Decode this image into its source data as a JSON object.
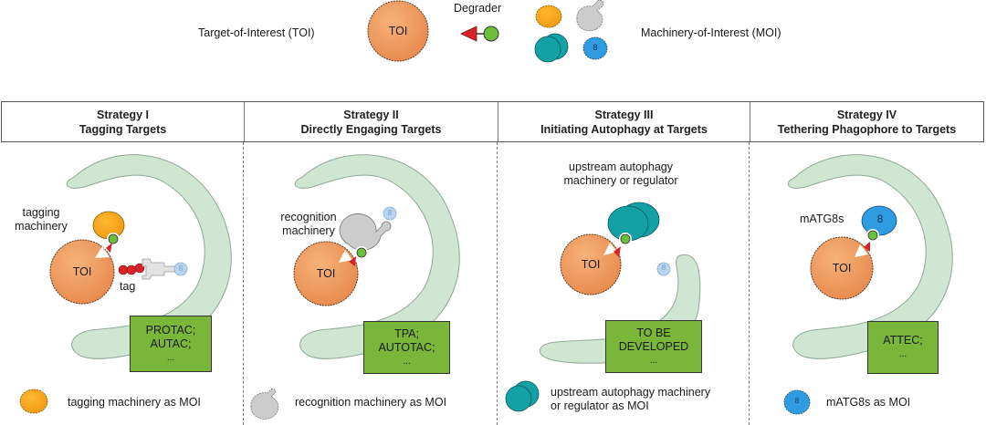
{
  "legend_top": {
    "toi_label": "Target-of-Interest (TOI)",
    "toi_icon_text": "TOI",
    "degrader_label": "Degrader",
    "moi_label": "Machinery-of-Interest (MOI)",
    "matg8_icon_text": "8"
  },
  "strategies": [
    {
      "title": "Strategy I",
      "subtitle": "Tagging Targets",
      "machinery_label_1": "tagging",
      "machinery_label_2": "machinery",
      "toi_text": "TOI",
      "tag_label": "tag",
      "matg8_text": "8",
      "box_lines": [
        "PROTAC;",
        "AUTAC;",
        "..."
      ],
      "moi_legend": "tagging machinery as MOI"
    },
    {
      "title": "Strategy II",
      "subtitle": "Directly Engaging Targets",
      "machinery_label_1": "recognition",
      "machinery_label_2": "machinery",
      "toi_text": "TOI",
      "matg8_text": "8",
      "box_lines": [
        "TPA;",
        "AUTOTAC;",
        "..."
      ],
      "moi_legend": "recognition machinery as MOI"
    },
    {
      "title": "Strategy III",
      "subtitle": "Initiating Autophagy at Targets",
      "machinery_label_1": "upstream autophagy",
      "machinery_label_2": "machinery or regulator",
      "toi_text": "TOI",
      "matg8_text": "8",
      "box_lines": [
        "TO BE",
        "DEVELOPED",
        "..."
      ],
      "moi_legend_1": "upstream autophagy machinery",
      "moi_legend_2": "or regulator as MOI"
    },
    {
      "title": "Strategy IV",
      "subtitle": "Tethering Phagophore to Targets",
      "machinery_label_1": "mATG8s",
      "toi_text": "TOI",
      "matg8_text": "8",
      "box_lines": [
        "ATTEC;",
        "..."
      ],
      "moi_legend": "mATG8s as MOI",
      "moi_icon_text": "8"
    }
  ],
  "colors": {
    "toi": "#ee9a5a",
    "phagophore": "#cfe6d2",
    "box_green": "#7ab63a",
    "tagging_orange": "#f5a21a",
    "recognition_grey": "#cccccc",
    "upstream_teal": "#13a1a6",
    "matg8_blue": "#2f9be0",
    "degrader_red": "#d8232a",
    "degrader_green": "#6cbf3a"
  }
}
